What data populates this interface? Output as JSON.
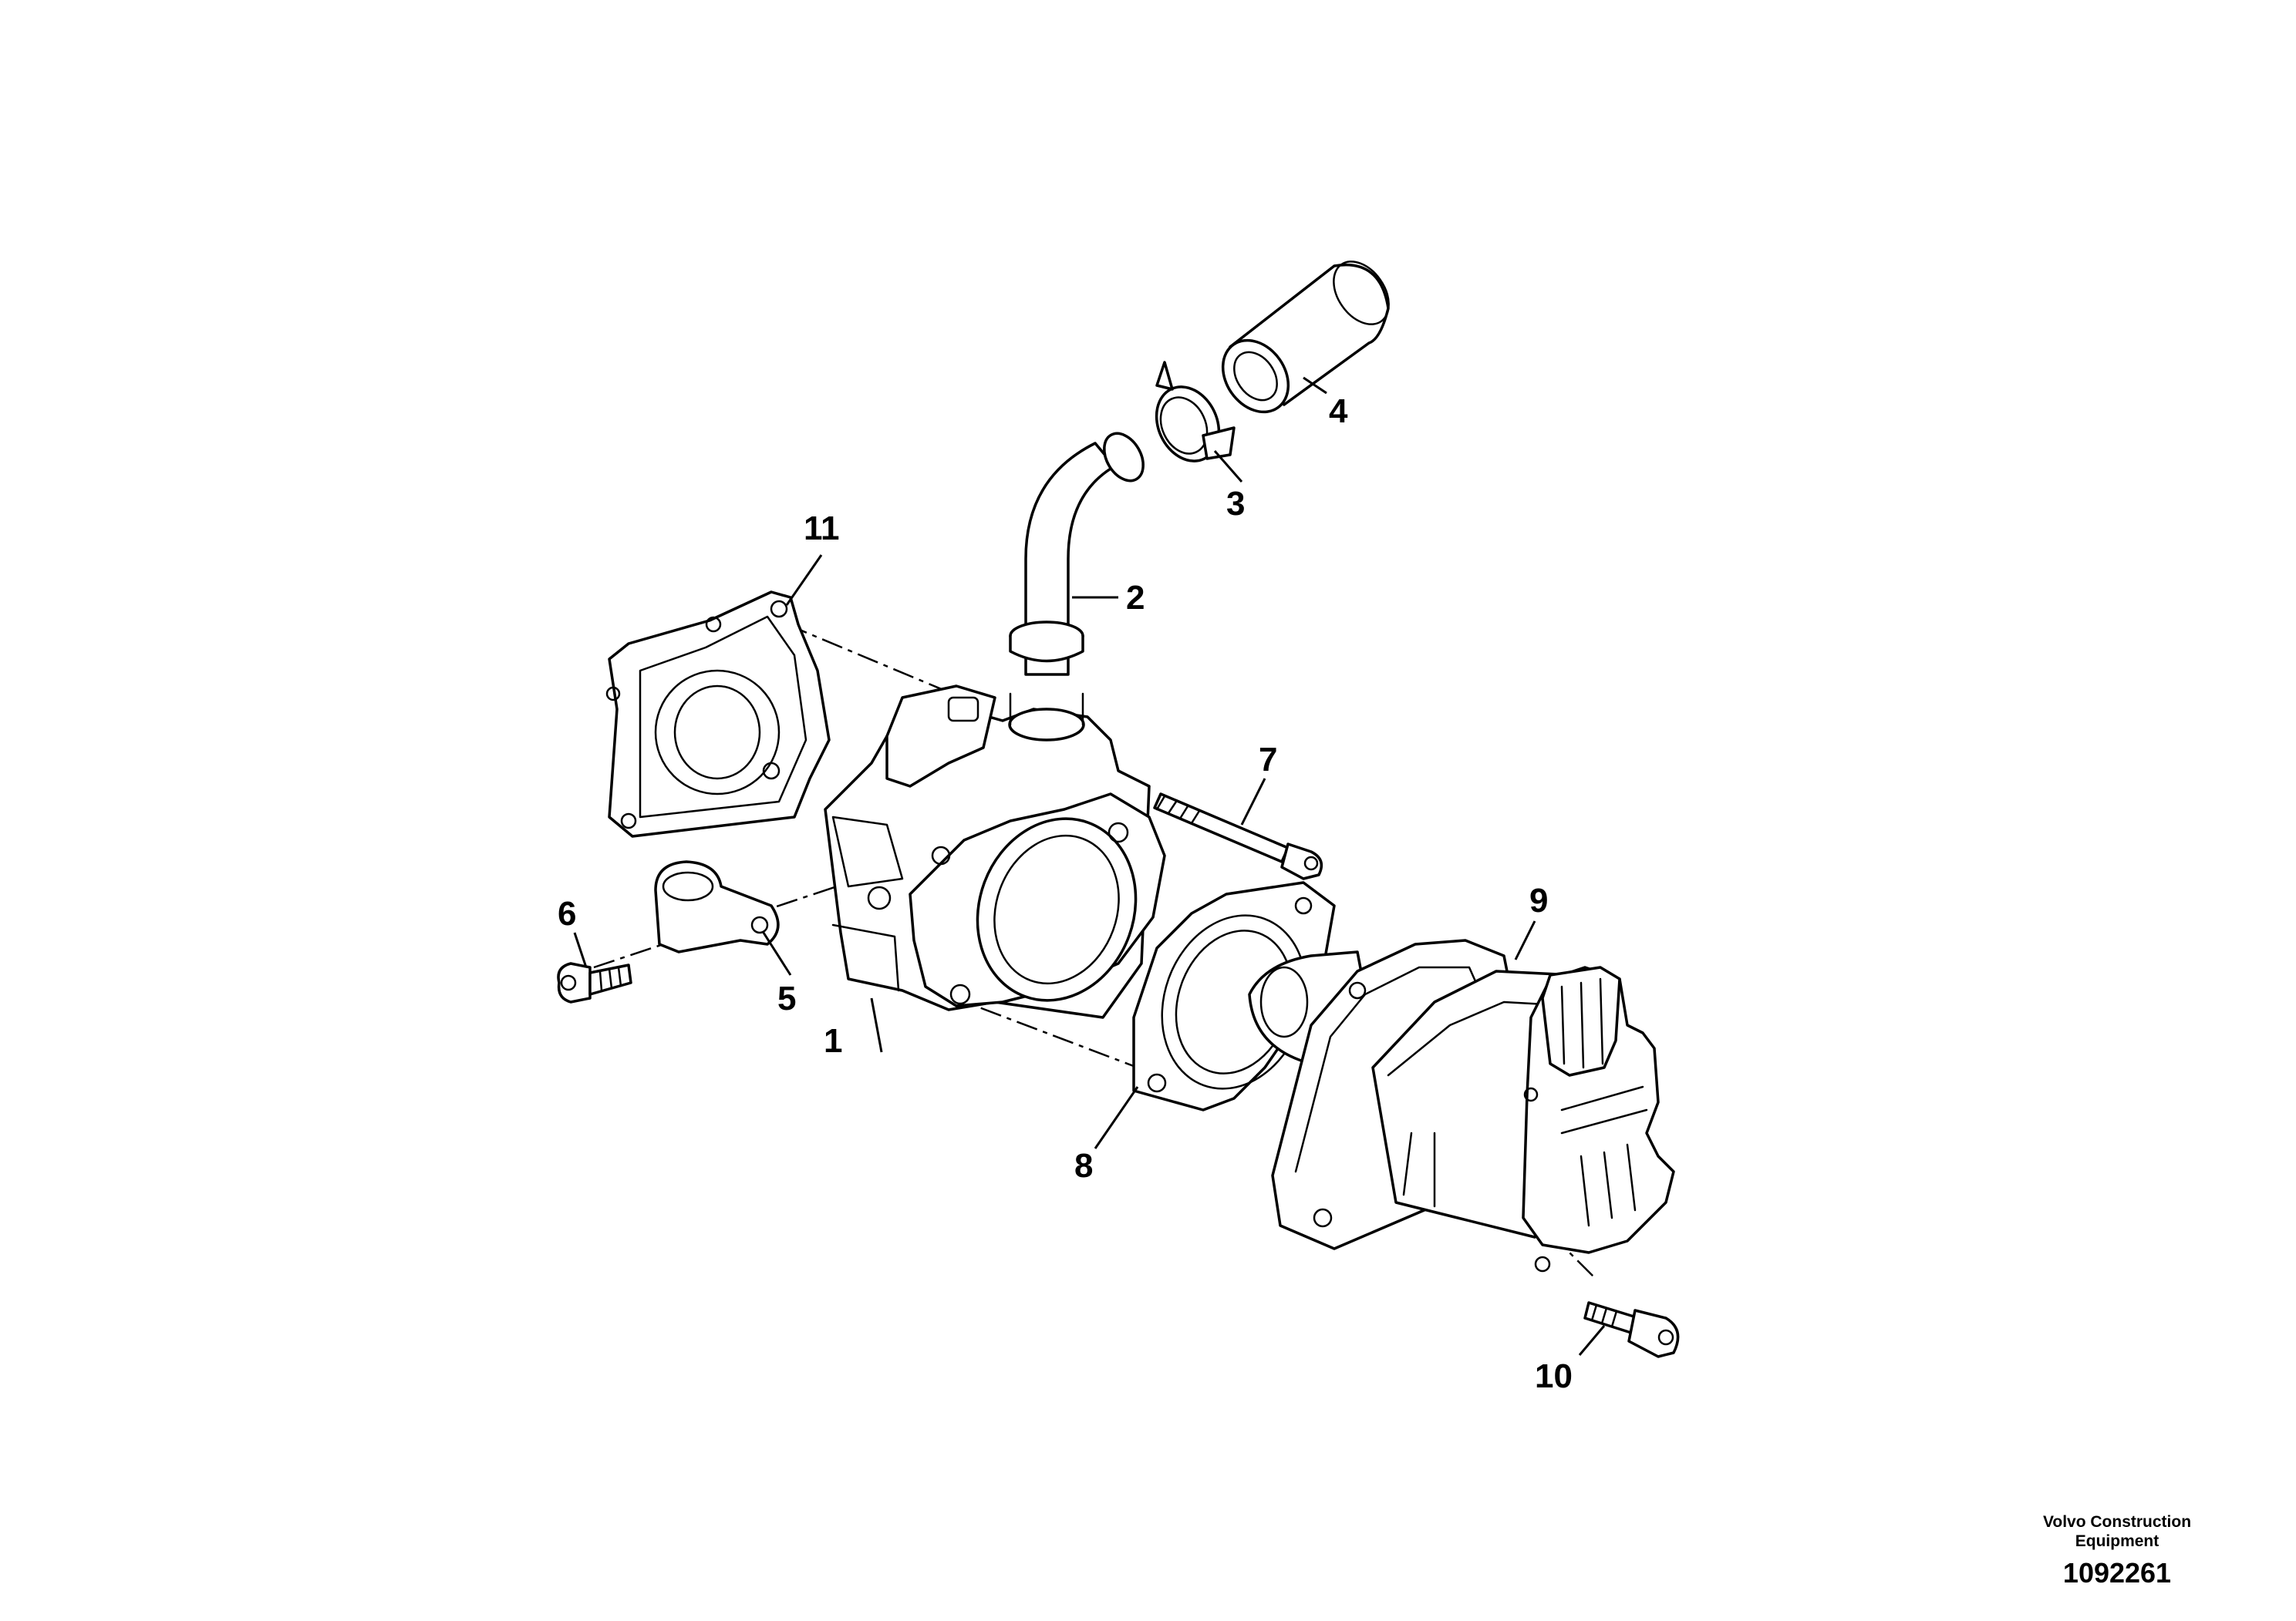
{
  "callouts": {
    "c1": "1",
    "c2": "2",
    "c3": "3",
    "c4": "4",
    "c5": "5",
    "c6": "6",
    "c7": "7",
    "c8": "8",
    "c9": "9",
    "c10": "10",
    "c11": "11"
  },
  "footer": {
    "publisher_line1": "Volvo Construction",
    "publisher_line2": "Equipment",
    "illustration_number": "1092261"
  }
}
